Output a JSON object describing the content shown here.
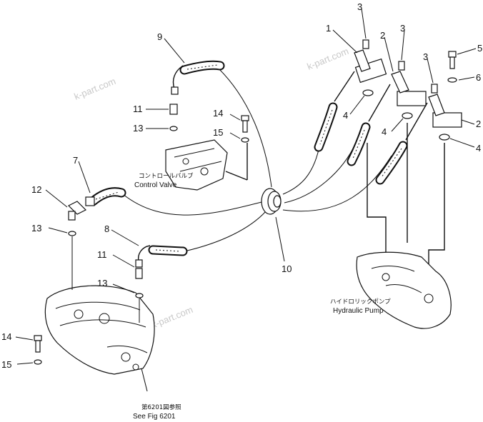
{
  "watermarks": [
    "k-part.com",
    "k-part.com",
    "k-part.com"
  ],
  "callouts": {
    "c1": "1",
    "c2a": "2",
    "c2b": "2",
    "c3a": "3",
    "c3b": "3",
    "c3c": "3",
    "c4a": "4",
    "c4b": "4",
    "c4c": "4",
    "c5": "5",
    "c6": "6",
    "c7": "7",
    "c8": "8",
    "c9": "9",
    "c10": "10",
    "c11a": "11",
    "c11b": "11",
    "c12": "12",
    "c13a": "13",
    "c13b": "13",
    "c13c": "13",
    "c14a": "14",
    "c14b": "14",
    "c15a": "15",
    "c15b": "15"
  },
  "labels": {
    "control_valve_jp": "コントロールバルブ",
    "control_valve_en": "Control Valve",
    "hydraulic_pump_jp": "ハイドロリックポンプ",
    "hydraulic_pump_en": "Hydraulic Pump",
    "see_fig_jp": "第6201図参照",
    "see_fig_en": "See Fig 6201"
  }
}
